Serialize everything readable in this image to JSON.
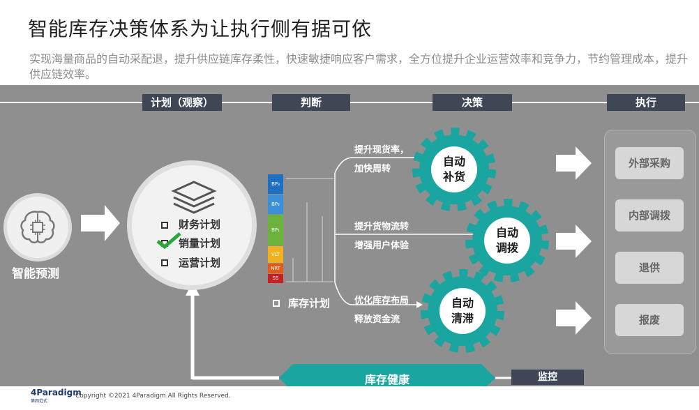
{
  "header": {
    "title": "智能库存决策体系为让执行侧有据可依",
    "subtitle": "实现海量商品的自动采配退，提升供应链库存柔性，快速敏捷响应客户需求，全方位提升企业运营效率和竞争力，节约管理成本，提升供应链效率。"
  },
  "stages": [
    "计划（观察）",
    "判断",
    "决策",
    "执行"
  ],
  "forecast": {
    "label": "智能预测",
    "icon": "brain-chip-icon"
  },
  "plans": [
    "财务计划",
    "销量计划",
    "运营计划"
  ],
  "inventory_plan": "库存计划",
  "bar_segments": [
    {
      "label": "BP₃",
      "color": "#1f6fc1"
    },
    {
      "label": "BP₂",
      "color": "#3b8fd8"
    },
    {
      "label": "BP₁",
      "color": "#6bb33b"
    },
    {
      "label": "VLT",
      "color": "#f2b01e"
    },
    {
      "label": "NRT",
      "color": "#e05a1a"
    },
    {
      "label": "SS",
      "color": "#c8201e"
    }
  ],
  "judgements": [
    {
      "line1": "提升现货率，",
      "line2": "加快周转"
    },
    {
      "line1": "提升货物流转",
      "line2": "增强用户体验"
    },
    {
      "line1": "优化库存布局",
      "line2": "释放资金流"
    }
  ],
  "decisions": [
    {
      "line1": "自动",
      "line2": "补货"
    },
    {
      "line1": "自动",
      "line2": "调拨"
    },
    {
      "line1": "自动",
      "line2": "清滞"
    }
  ],
  "executions": [
    "外部采购",
    "内部调拨",
    "退供",
    "报废"
  ],
  "health": "库存健康",
  "monitor": "监控",
  "footer": {
    "logo": "4Paradigm",
    "logo_sub": "第四范式",
    "copyright": "Copyright ©2021 4Paradigm All Rights Reserved."
  },
  "colors": {
    "teal": "#1aa5a0",
    "dark_header": "#3f4656",
    "panel": "#8f8f8f",
    "check": "#2aa63a"
  }
}
